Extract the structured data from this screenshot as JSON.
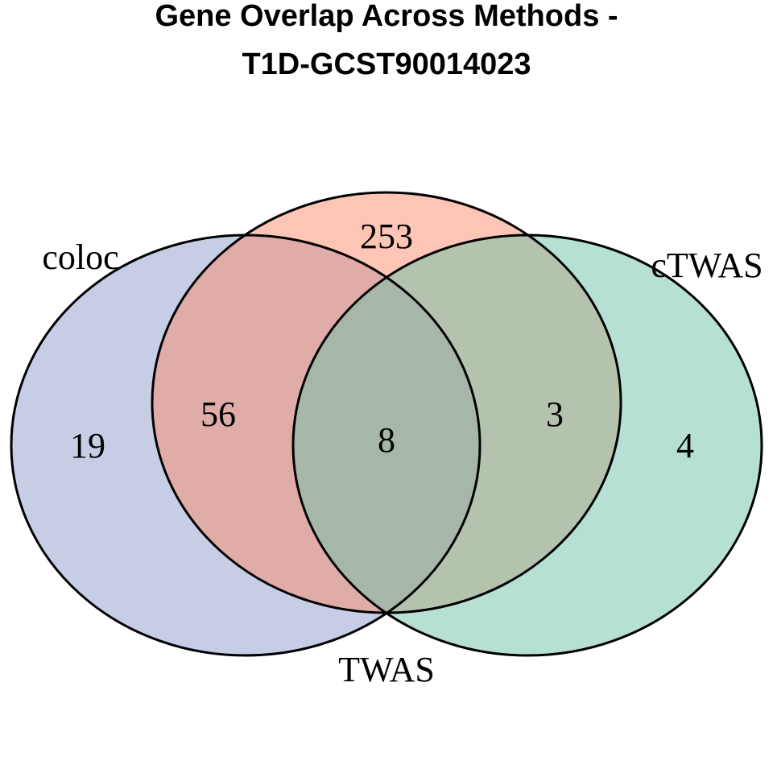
{
  "chart_data": {
    "type": "venn",
    "title_lines": [
      "Gene Overlap Across Methods -",
      "T1D-GCST90014023"
    ],
    "sets": [
      {
        "id": "coloc",
        "name": "coloc",
        "color": "#8E9CCB"
      },
      {
        "id": "twas",
        "name": "TWAS",
        "color": "#F98B6C"
      },
      {
        "id": "ctwas",
        "name": "cTWAS",
        "color": "#6CC2A8"
      }
    ],
    "regions": [
      {
        "sets": [
          "coloc"
        ],
        "count": 19
      },
      {
        "sets": [
          "twas"
        ],
        "count": 253
      },
      {
        "sets": [
          "ctwas"
        ],
        "count": 4
      },
      {
        "sets": [
          "coloc",
          "twas"
        ],
        "count": 56
      },
      {
        "sets": [
          "twas",
          "ctwas"
        ],
        "count": 3
      },
      {
        "sets": [
          "coloc",
          "twas",
          "ctwas"
        ],
        "count": 8
      },
      {
        "sets": [
          "coloc",
          "ctwas"
        ],
        "count": 0
      }
    ]
  }
}
